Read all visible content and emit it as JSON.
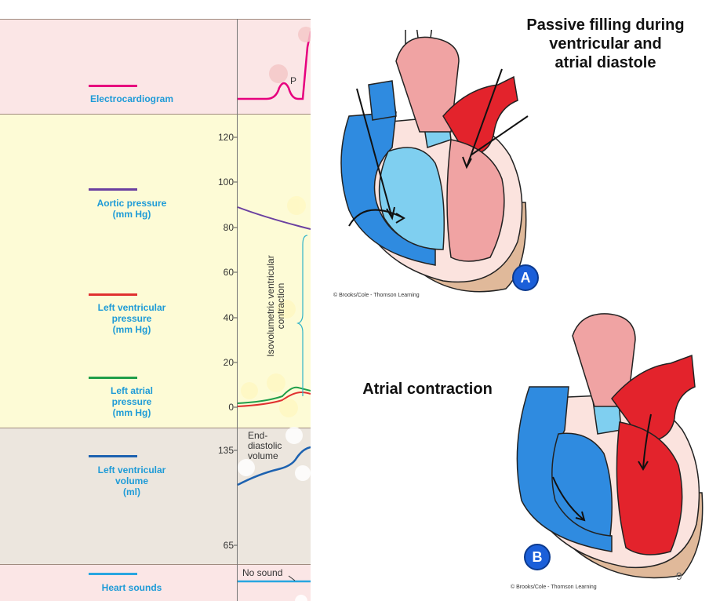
{
  "left_panel": {
    "rows": [
      {
        "label": "Electrocardiogram",
        "color": "#e6007e"
      },
      {
        "label": "Aortic pressure\n(mm Hg)",
        "color": "#6a3fa0"
      },
      {
        "label": "Left ventricular\npressure\n(mm Hg)",
        "color": "#e03030"
      },
      {
        "label": "Left atrial\npressure\n(mm Hg)",
        "color": "#1f9e4a"
      },
      {
        "label": "Left ventricular\nvolume\n(ml)",
        "color": "#1d62b0"
      },
      {
        "label": "Heart sounds",
        "color": "#28a6e0"
      }
    ],
    "pressure_ticks": [
      "120",
      "100",
      "80",
      "60",
      "40",
      "20",
      "0"
    ],
    "volume_ticks": [
      "135",
      "65"
    ],
    "ecg_wave_label": "P",
    "phase_label": "Isovolumetric ventricular\ncontraction",
    "end_diastolic_label": "End-\ndiastolic\nvolume",
    "no_sound_label": "No sound",
    "colors": {
      "ecg_band": "#fbe6e6",
      "pressure_band": "#fdfbd6",
      "volume_band": "#ece6de",
      "sound_band": "#fbe6e6"
    }
  },
  "figure_a": {
    "title": "Passive filling during\nventricular and\natrial diastole",
    "badge": "A",
    "credit": "© Brooks/Cole - Thomson Learning"
  },
  "figure_b": {
    "title": "Atrial contraction",
    "badge": "B",
    "credit": "© Brooks/Cole - Thomson Learning",
    "corner_number": "9"
  },
  "heart_colors": {
    "deoxy": "#2f8be0",
    "deoxy_light": "#7fcff0",
    "oxy": "#e3232c",
    "oxy_light": "#f0a3a3",
    "wall": "#fbe3de",
    "outline": "#222222",
    "base": "#e0b99a"
  }
}
